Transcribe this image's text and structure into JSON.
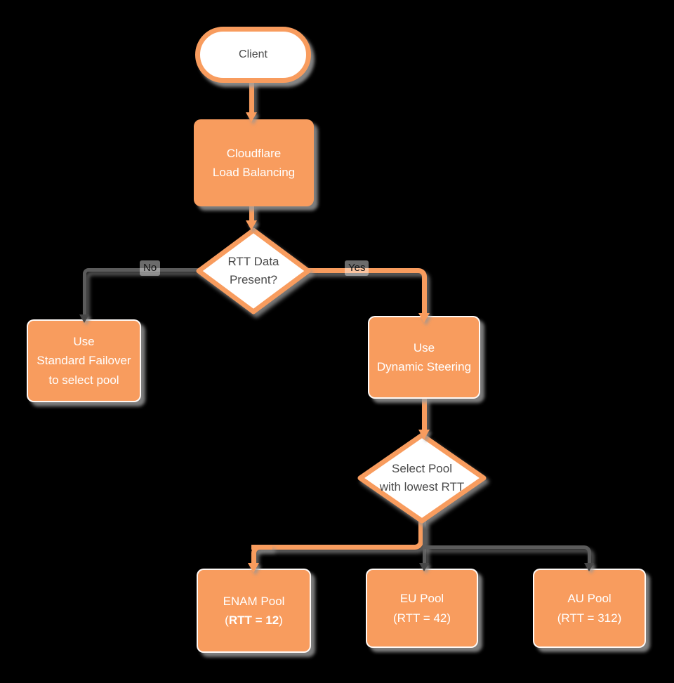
{
  "theme": {
    "orange": "#F89C5E",
    "grayLine": "#5B5B5B",
    "arrowGray": "#474747",
    "textDark": "#4A4A4A",
    "boxText": "#FFFFFF",
    "background": "#000000"
  },
  "diagram": {
    "nodes": {
      "client": {
        "label": "Client",
        "type": "terminator"
      },
      "load_balancer": {
        "label": "Cloudflare\nLoad Balancing",
        "type": "process"
      },
      "rtt_decision": {
        "label": "RTT Data\nPresent?",
        "type": "decision"
      },
      "standard_failover": {
        "label": "Use\nStandard Failover\nto select pool",
        "type": "process"
      },
      "dynamic_steering": {
        "label": "Use\nDynamic Steering",
        "type": "process"
      },
      "select_pool": {
        "label": "Select Pool\nwith lowest RTT",
        "type": "decision"
      },
      "pools": [
        {
          "name": "ENAM Pool",
          "rtt_open": "(",
          "rtt_value": "RTT = 12",
          "rtt_close": ")",
          "rtt_bold": true
        },
        {
          "name": "EU Pool",
          "rtt_open": "(",
          "rtt_value": "RTT = 42",
          "rtt_close": ")",
          "rtt_bold": false
        },
        {
          "name": "AU Pool",
          "rtt_open": "(",
          "rtt_value": "RTT = 312",
          "rtt_close": ")",
          "rtt_bold": false
        }
      ]
    },
    "edges": {
      "no_label": "No",
      "yes_label": "Yes"
    }
  }
}
